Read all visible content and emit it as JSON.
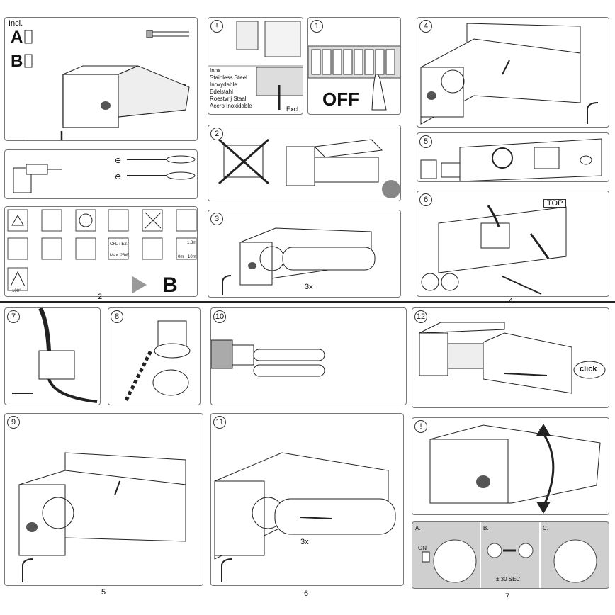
{
  "panel_incl": {
    "incl_label": "Incl.",
    "letter_a": "A",
    "letter_b": "B"
  },
  "panel_warning_material": {
    "excl_label": "Excl",
    "materials": [
      "Inox",
      "Stainless Steel",
      "Inoxydable",
      "Edelstahl",
      "Roestvrij Staal",
      "Acero Inoxidable"
    ]
  },
  "panel_step1": {
    "step": "1",
    "off_label": "OFF"
  },
  "panel_step2": {
    "step": "2"
  },
  "panel_step3": {
    "step": "3",
    "count_label": "3x"
  },
  "panel_step4": {
    "step": "4"
  },
  "panel_step5": {
    "step": "5"
  },
  "panel_step6": {
    "step": "6",
    "top_label": "TOP"
  },
  "panel_step7": {
    "step": "7"
  },
  "panel_step8": {
    "step": "8"
  },
  "panel_step9": {
    "step": "9"
  },
  "panel_step10": {
    "step": "10"
  },
  "panel_step11": {
    "step": "11",
    "count_label": "3x"
  },
  "panel_step12": {
    "step": "12",
    "click_label": "click"
  },
  "panel_warning_adjust": {
    "step": "!"
  },
  "symbols_panel": {
    "cfl_label": "CFL-i E27",
    "max_label": "Max. 23W",
    "dist_near": "1.8m",
    "dist_0": "0m",
    "dist_10": "10m",
    "angle_label": "100°",
    "next_letter": "B"
  },
  "sensor_panel": {
    "a_label": "A.",
    "b_label": "B.",
    "c_label": "C.",
    "on_label": "ON",
    "timer_label": "± 30 SEC"
  },
  "page_numbers": {
    "p2": "2",
    "p4": "4",
    "p5": "5",
    "p6": "6",
    "p7": "7"
  },
  "colors": {
    "line": "#222222",
    "panel_border": "#777777",
    "sensor_bg": "#cfcfcf"
  }
}
